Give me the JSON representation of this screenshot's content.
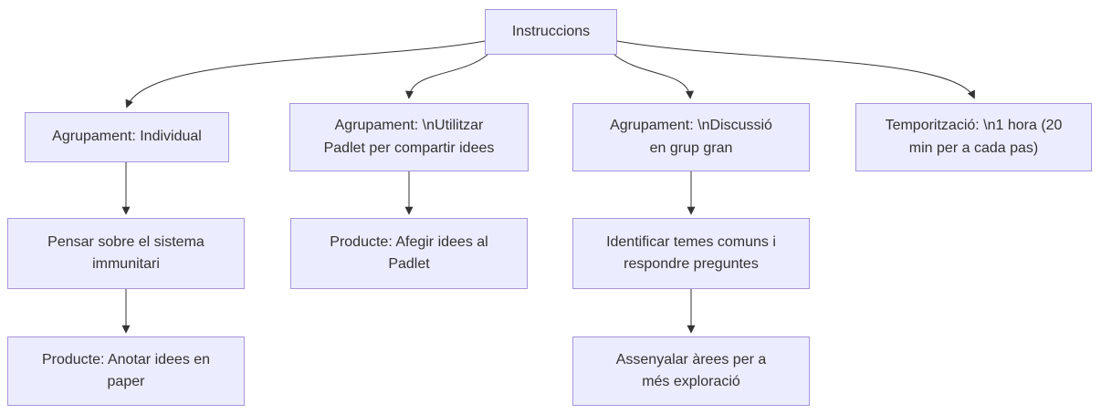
{
  "diagram": {
    "type": "flowchart-top-down",
    "colors": {
      "node_fill": "#ECECFF",
      "node_border": "#A795D9",
      "edge": "#333333",
      "text": "#333333",
      "background": "#FFFFFF"
    },
    "nodes": [
      {
        "id": "root",
        "label": "Instruccions",
        "lines": [
          "Instruccions"
        ]
      },
      {
        "id": "agrupament-individual",
        "label": "Agrupament: Individual",
        "lines": [
          "Agrupament: Individual"
        ]
      },
      {
        "id": "agrupament-padlet",
        "label": "Agrupament: \\nUtilitzar Padlet per compartir idees",
        "lines": [
          "Agrupament: \\nUtilitzar",
          "Padlet per compartir idees"
        ]
      },
      {
        "id": "agrupament-discussio",
        "label": "Agrupament: \\nDiscussió en grup gran",
        "lines": [
          "Agrupament: \\nDiscussió",
          "en grup gran"
        ]
      },
      {
        "id": "temporitzacio",
        "label": "Temporització: \\n1 hora (20 min per a cada pas)",
        "lines": [
          "Temporització: \\n1 hora (20",
          "min per a cada pas)"
        ]
      },
      {
        "id": "pensar-immunitari",
        "label": "Pensar sobre el sistema immunitari",
        "lines": [
          "Pensar sobre el sistema",
          "immunitari"
        ]
      },
      {
        "id": "producte-padlet",
        "label": "Producte: Afegir idees al Padlet",
        "lines": [
          "Producte: Afegir idees al",
          "Padlet"
        ]
      },
      {
        "id": "identificar-temes",
        "label": "Identificar temes comuns i respondre preguntes",
        "lines": [
          "Identificar temes comuns i",
          "respondre preguntes"
        ]
      },
      {
        "id": "producte-paper",
        "label": "Producte: Anotar idees en paper",
        "lines": [
          "Producte: Anotar idees en",
          "paper"
        ]
      },
      {
        "id": "assenyalar-arees",
        "label": "Assenyalar àrees per a més exploració",
        "lines": [
          "Assenyalar àrees per a",
          "més exploració"
        ]
      }
    ],
    "edges": [
      {
        "from": "root",
        "to": "agrupament-individual"
      },
      {
        "from": "root",
        "to": "agrupament-padlet"
      },
      {
        "from": "root",
        "to": "agrupament-discussio"
      },
      {
        "from": "root",
        "to": "temporitzacio"
      },
      {
        "from": "agrupament-individual",
        "to": "pensar-immunitari"
      },
      {
        "from": "pensar-immunitari",
        "to": "producte-paper"
      },
      {
        "from": "agrupament-padlet",
        "to": "producte-padlet"
      },
      {
        "from": "agrupament-discussio",
        "to": "identificar-temes"
      },
      {
        "from": "identificar-temes",
        "to": "assenyalar-arees"
      }
    ]
  }
}
